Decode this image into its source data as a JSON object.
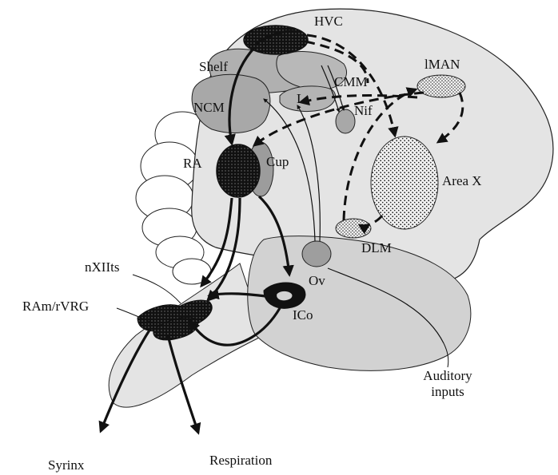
{
  "diagram": {
    "labels": {
      "hvc": "HVC",
      "lman": "lMAN",
      "shelf": "Shelf",
      "cmm": "CMM",
      "ncm": "NCM",
      "l": "L",
      "nif": "Nif",
      "ra": "RA",
      "cup": "Cup",
      "area_x": "Area X",
      "dlm": "DLM",
      "ov": "Ov",
      "ico": "ICo",
      "nxiits": "nXIIts",
      "ram_rvrg": "RAm/rVRG",
      "auditory_line1": "Auditory",
      "auditory_line2": "inputs",
      "syrinx": "Syrinx",
      "respiration": "Respiration"
    },
    "colors": {
      "brain_fill": "#e4e4e4",
      "midbrain_fill": "#d2d2d2",
      "auditory_region_fill": "#a8a8a8",
      "nucleus_dark": "#1a1a1a",
      "outline": "#111111"
    }
  }
}
